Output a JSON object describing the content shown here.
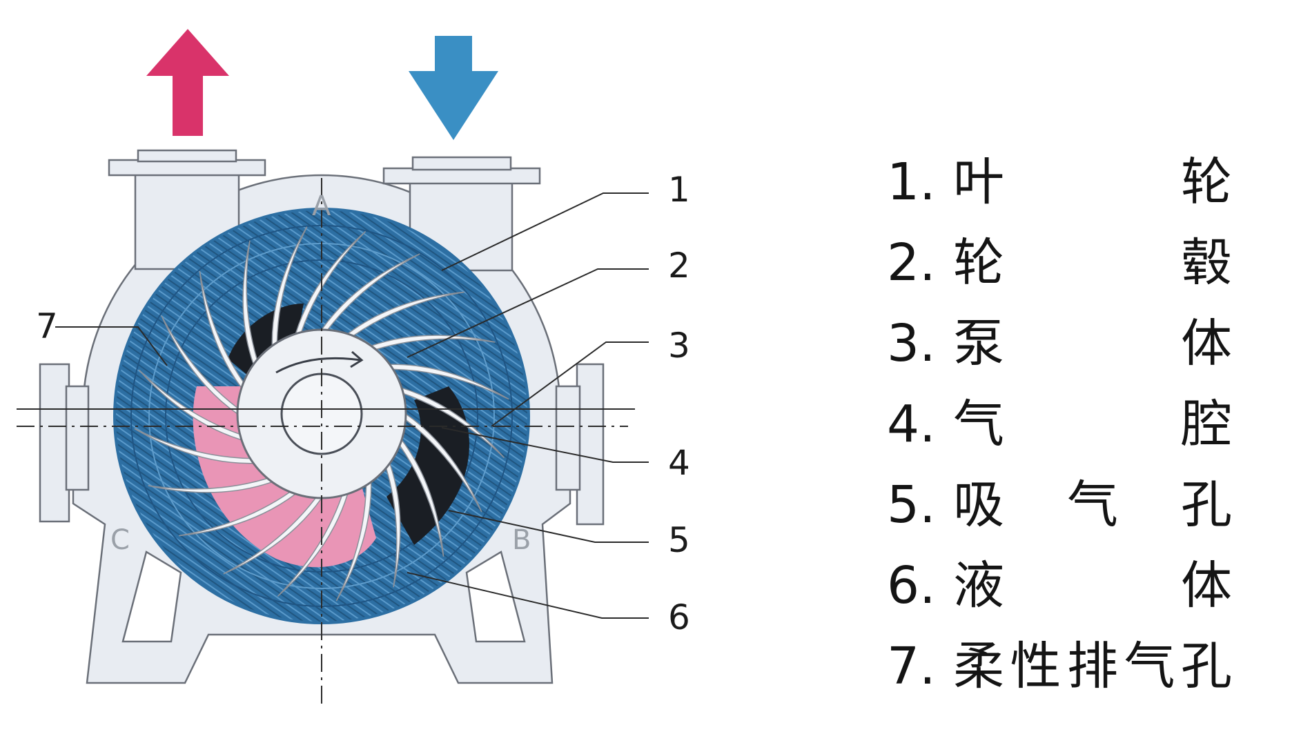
{
  "colors": {
    "outlet_arrow": "#d9336a",
    "inlet_arrow": "#3a8fc4",
    "casing": "#e8ecf2",
    "casing_edge": "#6a6f78",
    "liquid_ring": "#2d6fa3",
    "liquid_light": "#4c8dbf",
    "gas_pocket": "#e995b6",
    "dark_cavity": "#1a1e24"
  },
  "flow": {
    "outlet_icon": "up-arrow-icon",
    "inlet_icon": "down-arrow-icon"
  },
  "points": {
    "a": "A",
    "b": "B",
    "c": "C"
  },
  "callouts": [
    "1",
    "2",
    "3",
    "4",
    "5",
    "6",
    "7"
  ],
  "legend": [
    {
      "num": "1.",
      "chars": [
        "叶",
        "轮"
      ]
    },
    {
      "num": "2.",
      "chars": [
        "轮",
        "毂"
      ]
    },
    {
      "num": "3.",
      "chars": [
        "泵",
        "体"
      ]
    },
    {
      "num": "4.",
      "chars": [
        "气",
        "腔"
      ]
    },
    {
      "num": "5.",
      "chars": [
        "吸",
        "气",
        "孔"
      ]
    },
    {
      "num": "6.",
      "chars": [
        "液",
        "体"
      ]
    },
    {
      "num": "7.",
      "chars": [
        "柔",
        "性",
        "排",
        "气",
        "孔"
      ]
    }
  ]
}
